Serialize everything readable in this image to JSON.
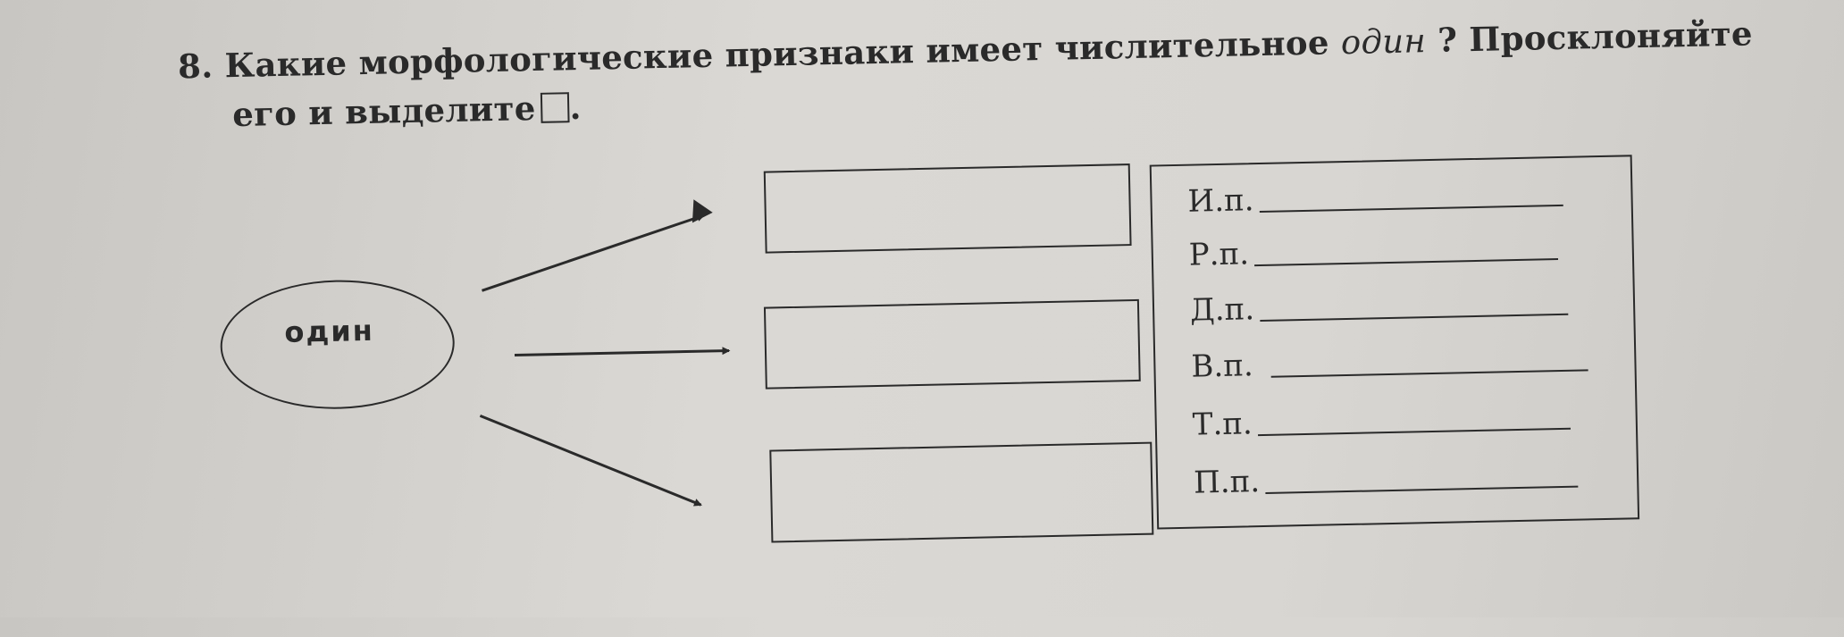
{
  "question": {
    "number": "8.",
    "text_before": "Какие морфологические признаки  имеет числительное",
    "word": "один",
    "text_after": "? Просклоняйте",
    "line2": "его и выделите",
    "line2_end": "."
  },
  "diagram": {
    "center_word": "один"
  },
  "cases": [
    {
      "label": "И.п."
    },
    {
      "label": "Р.п."
    },
    {
      "label": "Д.п."
    },
    {
      "label": "В.п."
    },
    {
      "label": "Т.п."
    },
    {
      "label": "П.п."
    }
  ]
}
